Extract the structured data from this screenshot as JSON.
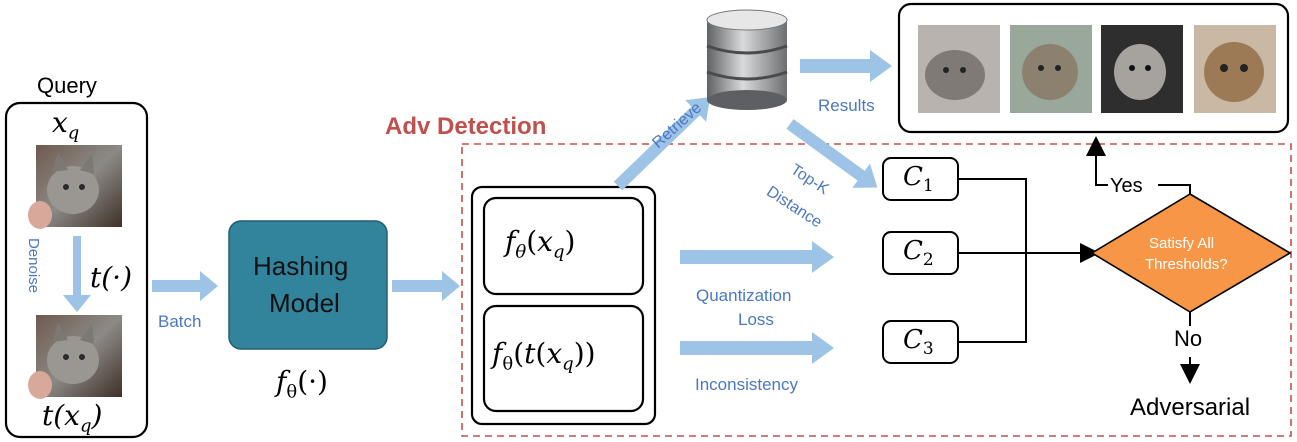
{
  "query": {
    "title": "Query",
    "input_label": "x_q",
    "transform_label": "t(·)",
    "denoise_label": "Denoise",
    "output_label": "t(x_q)"
  },
  "batch_label": "Batch",
  "model": {
    "name_line1": "Hashing",
    "name_line2": "Model",
    "function_label": "f_θ(·)"
  },
  "adv_detection": {
    "title": "Adv Detection",
    "title_color": "#C0504D",
    "box1_label": "f_θ(x_q)",
    "box2_label": "f_θ(t(x_q))",
    "retrieve_label": "Retrieve",
    "topk_line1": "Top-K",
    "topk_line2": "Distance",
    "quant_line1": "Quantization",
    "quant_line2": "Loss",
    "inconsistency_label": "Inconsistency",
    "criteria": [
      "C_1",
      "C_2",
      "C_3"
    ]
  },
  "results_label": "Results",
  "decision": {
    "text_line1": "Satisfy All",
    "text_line2": "Thresholds?",
    "fill_color": "#F79646",
    "yes_label": "Yes",
    "no_label": "No",
    "outcome_label": "Adversarial"
  },
  "arrow_color": "#9DC3E6",
  "model_color": "#31849B"
}
